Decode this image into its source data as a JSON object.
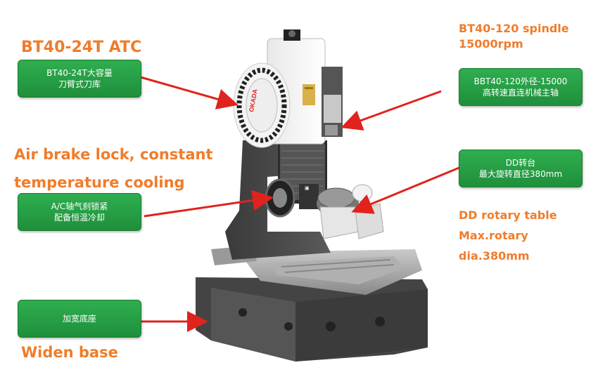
{
  "atc": {
    "title": "BT40-24T ATC",
    "box_line1": "BT40-24T大容量",
    "box_line2": "刀臂式刀库"
  },
  "spindle": {
    "title_line1": "BT40-120 spindle",
    "title_line2": "15000rpm",
    "box_line1": "BBT40-120外径-15000",
    "box_line2": "高转速直连机械主轴"
  },
  "brake": {
    "title_line1": "Air brake lock, constant",
    "title_line2": "temperature cooling",
    "box_line1": "A/C轴气刹锁紧",
    "box_line2": "配备恒温冷却"
  },
  "rotary": {
    "box_line1": "DD转台",
    "box_line2": "最大旋转直径380mm",
    "title_line1": "DD rotary table",
    "title_line2": "Max.rotary",
    "title_line3": "dia.380mm"
  },
  "base": {
    "box_label": "加宽底座",
    "title": "Widen base"
  },
  "machine": {
    "brand": "OKADA"
  },
  "colors": {
    "accent": "#f07c2a",
    "box_green": "#2a9f47",
    "arrow": "#e0231c"
  }
}
